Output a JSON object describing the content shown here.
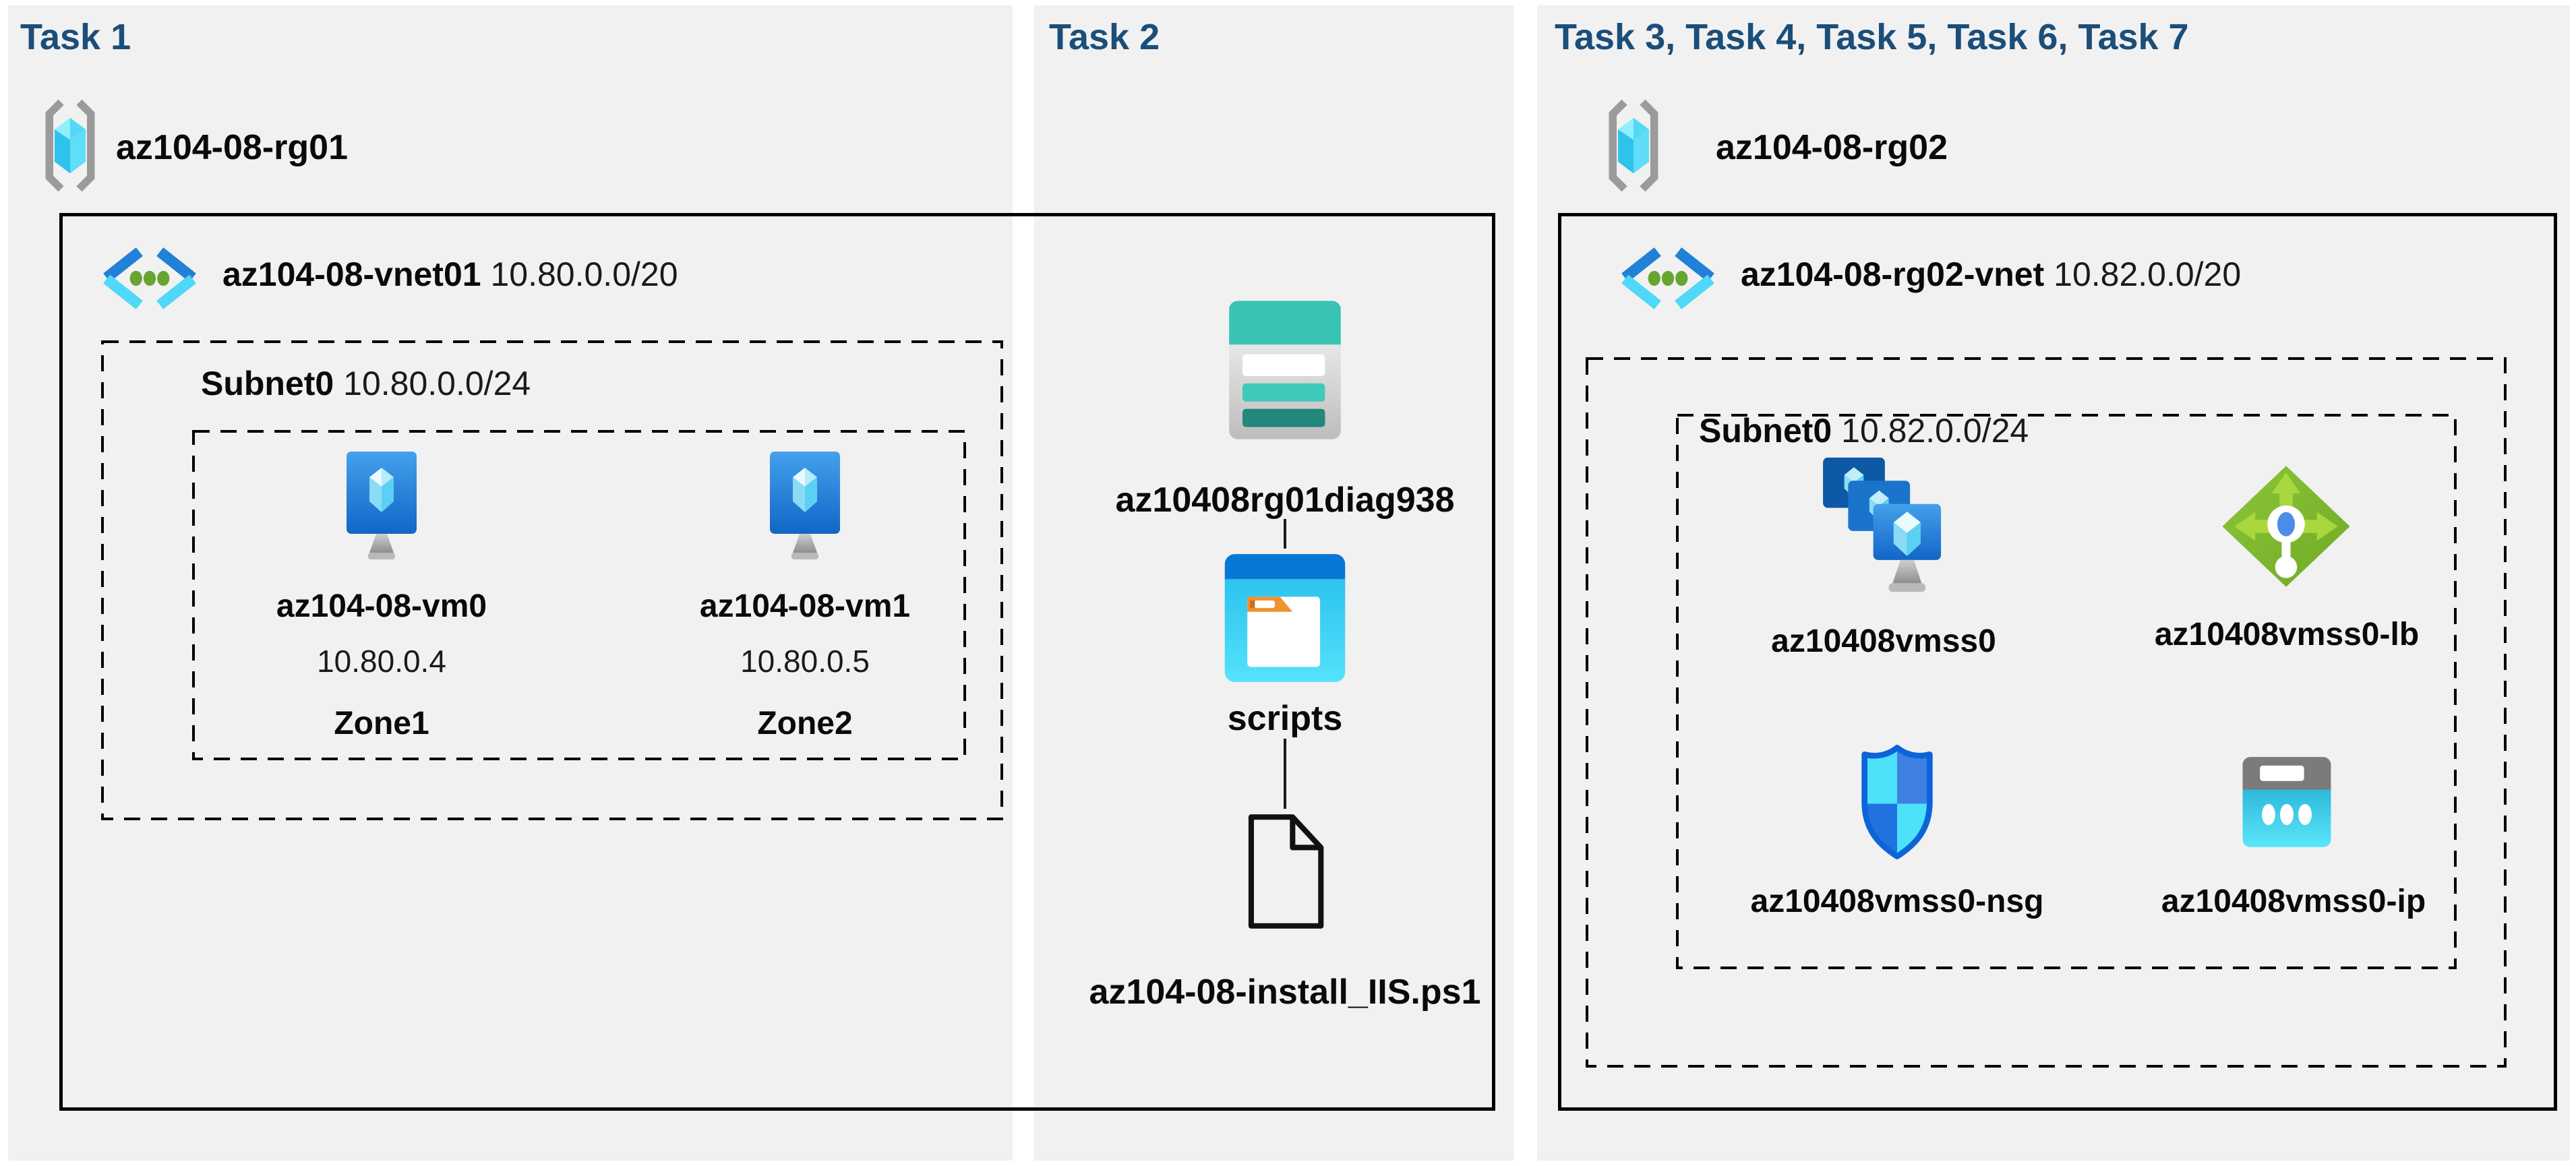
{
  "colors": {
    "title": "#1b4e79",
    "panel_bg": "#f1f1f1",
    "diagram_line": "#000000",
    "azure_blue": "#0778d4",
    "cyan": "#35d3f5",
    "teal": "#38c3b3",
    "green": "#7cbb2e",
    "orange": "#f0922e",
    "nsg_border": "#0c64d8"
  },
  "task1": {
    "title": "Task 1",
    "resource_group": "az104-08-rg01",
    "vnet_name": "az104-08-vnet01",
    "vnet_cidr": "10.80.0.0/20",
    "subnet_name": "Subnet0",
    "subnet_cidr": "10.80.0.0/24",
    "vms": [
      {
        "name": "az104-08-vm0",
        "ip": "10.80.0.4",
        "zone": "Zone1"
      },
      {
        "name": "az104-08-vm1",
        "ip": "10.80.0.5",
        "zone": "Zone2"
      }
    ]
  },
  "task2": {
    "title": "Task 2",
    "storage_account": "az10408rg01diag938",
    "container": "scripts",
    "script_file": "az104-08-install_IIS.ps1"
  },
  "task3": {
    "title": "Task 3, Task 4, Task 5, Task 6, Task 7",
    "resource_group": "az104-08-rg02",
    "vnet_name": "az104-08-rg02-vnet",
    "vnet_cidr": "10.82.0.0/20",
    "subnet_name": "Subnet0",
    "subnet_cidr": "10.82.0.0/24",
    "vmss": "az10408vmss0",
    "load_balancer": "az10408vmss0-lb",
    "nsg": "az10408vmss0-nsg",
    "public_ip": "az10408vmss0-ip"
  }
}
